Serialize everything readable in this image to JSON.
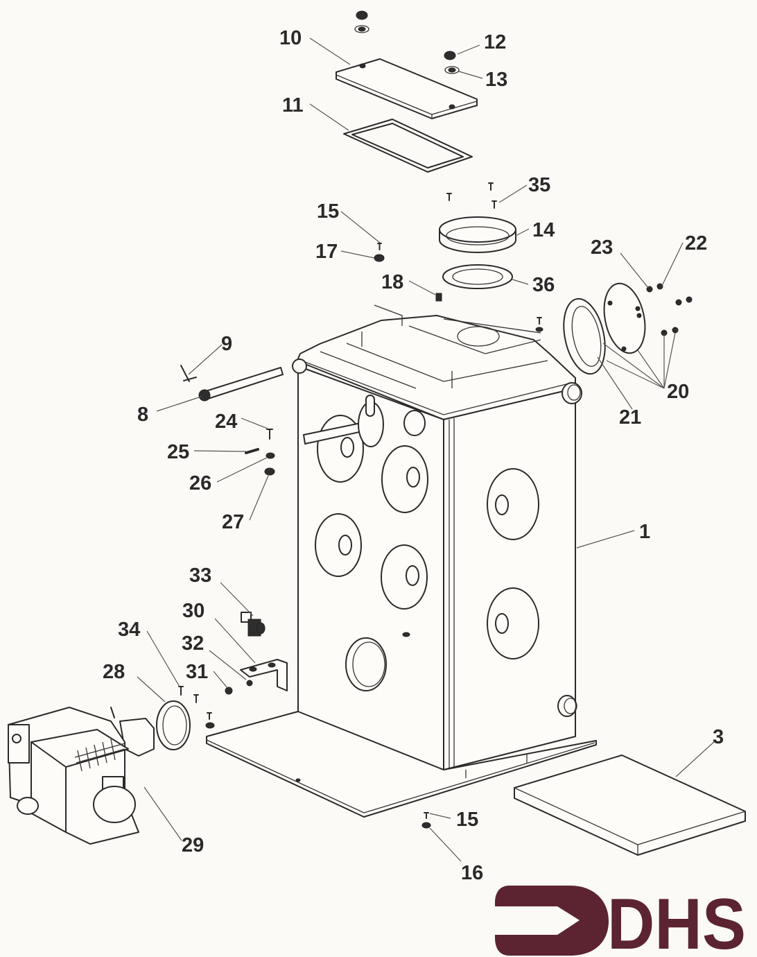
{
  "title": "Boiler exploded parts diagram",
  "brand": {
    "logo_text": "DHS",
    "color": "#5c2430"
  },
  "colors": {
    "line": "#2a2a2a",
    "background": "#fbfaf6"
  },
  "callouts": [
    {
      "id": "1",
      "part": "boiler-body"
    },
    {
      "id": "3",
      "part": "insulation-board"
    },
    {
      "id": "8",
      "part": "sensor-pocket-tube"
    },
    {
      "id": "9",
      "part": "spring-clip"
    },
    {
      "id": "10",
      "part": "cleaning-cover-plate"
    },
    {
      "id": "11",
      "part": "cover-gasket"
    },
    {
      "id": "12",
      "part": "nut"
    },
    {
      "id": "13",
      "part": "washer"
    },
    {
      "id": "14",
      "part": "flue-collar"
    },
    {
      "id": "15",
      "part": "screw"
    },
    {
      "id": "15",
      "part": "screw-lower"
    },
    {
      "id": "16",
      "part": "nut-lower"
    },
    {
      "id": "17",
      "part": "nut-top"
    },
    {
      "id": "18",
      "part": "plug"
    },
    {
      "id": "20",
      "part": "studs"
    },
    {
      "id": "21",
      "part": "burner-door-gasket"
    },
    {
      "id": "22",
      "part": "nut-door"
    },
    {
      "id": "23",
      "part": "washer-door"
    },
    {
      "id": "24",
      "part": "bolt"
    },
    {
      "id": "25",
      "part": "pin"
    },
    {
      "id": "26",
      "part": "washer-small"
    },
    {
      "id": "27",
      "part": "wing-nut"
    },
    {
      "id": "28",
      "part": "burner-flange-gasket"
    },
    {
      "id": "29",
      "part": "oil-burner"
    },
    {
      "id": "30",
      "part": "bracket"
    },
    {
      "id": "31",
      "part": "nut-bracket"
    },
    {
      "id": "32",
      "part": "washer-bracket"
    },
    {
      "id": "33",
      "part": "drain-valve"
    },
    {
      "id": "34",
      "part": "burner-screws"
    },
    {
      "id": "35",
      "part": "collar-screws"
    },
    {
      "id": "36",
      "part": "collar-gasket"
    }
  ]
}
